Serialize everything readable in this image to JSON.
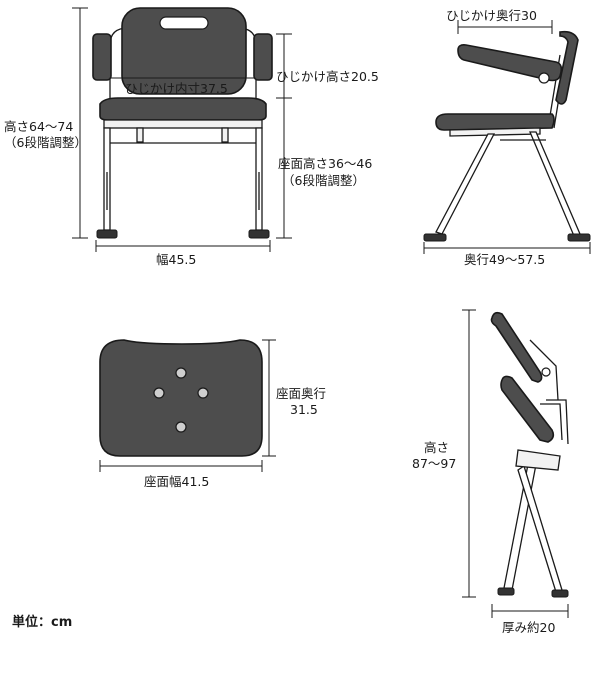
{
  "unit_label": "単位：cm",
  "front_view": {
    "armrest_inner": "ひじかけ内寸37.5",
    "armrest_height": "ひじかけ高さ20.5",
    "height_line1": "高さ64〜74",
    "height_line2": "（6段階調整）",
    "seat_height_line1": "座面高さ36〜46",
    "seat_height_line2": "（6段階調整）",
    "width": "幅45.5"
  },
  "side_view": {
    "armrest_depth": "ひじかけ奥行30",
    "depth": "奥行49〜57.5"
  },
  "seat_view": {
    "seat_depth_line1": "座面奥行",
    "seat_depth_line2": "31.5",
    "seat_width": "座面幅41.5"
  },
  "folded_view": {
    "height_line1": "高さ",
    "height_line2": "87〜97",
    "thickness": "厚み約20"
  }
}
